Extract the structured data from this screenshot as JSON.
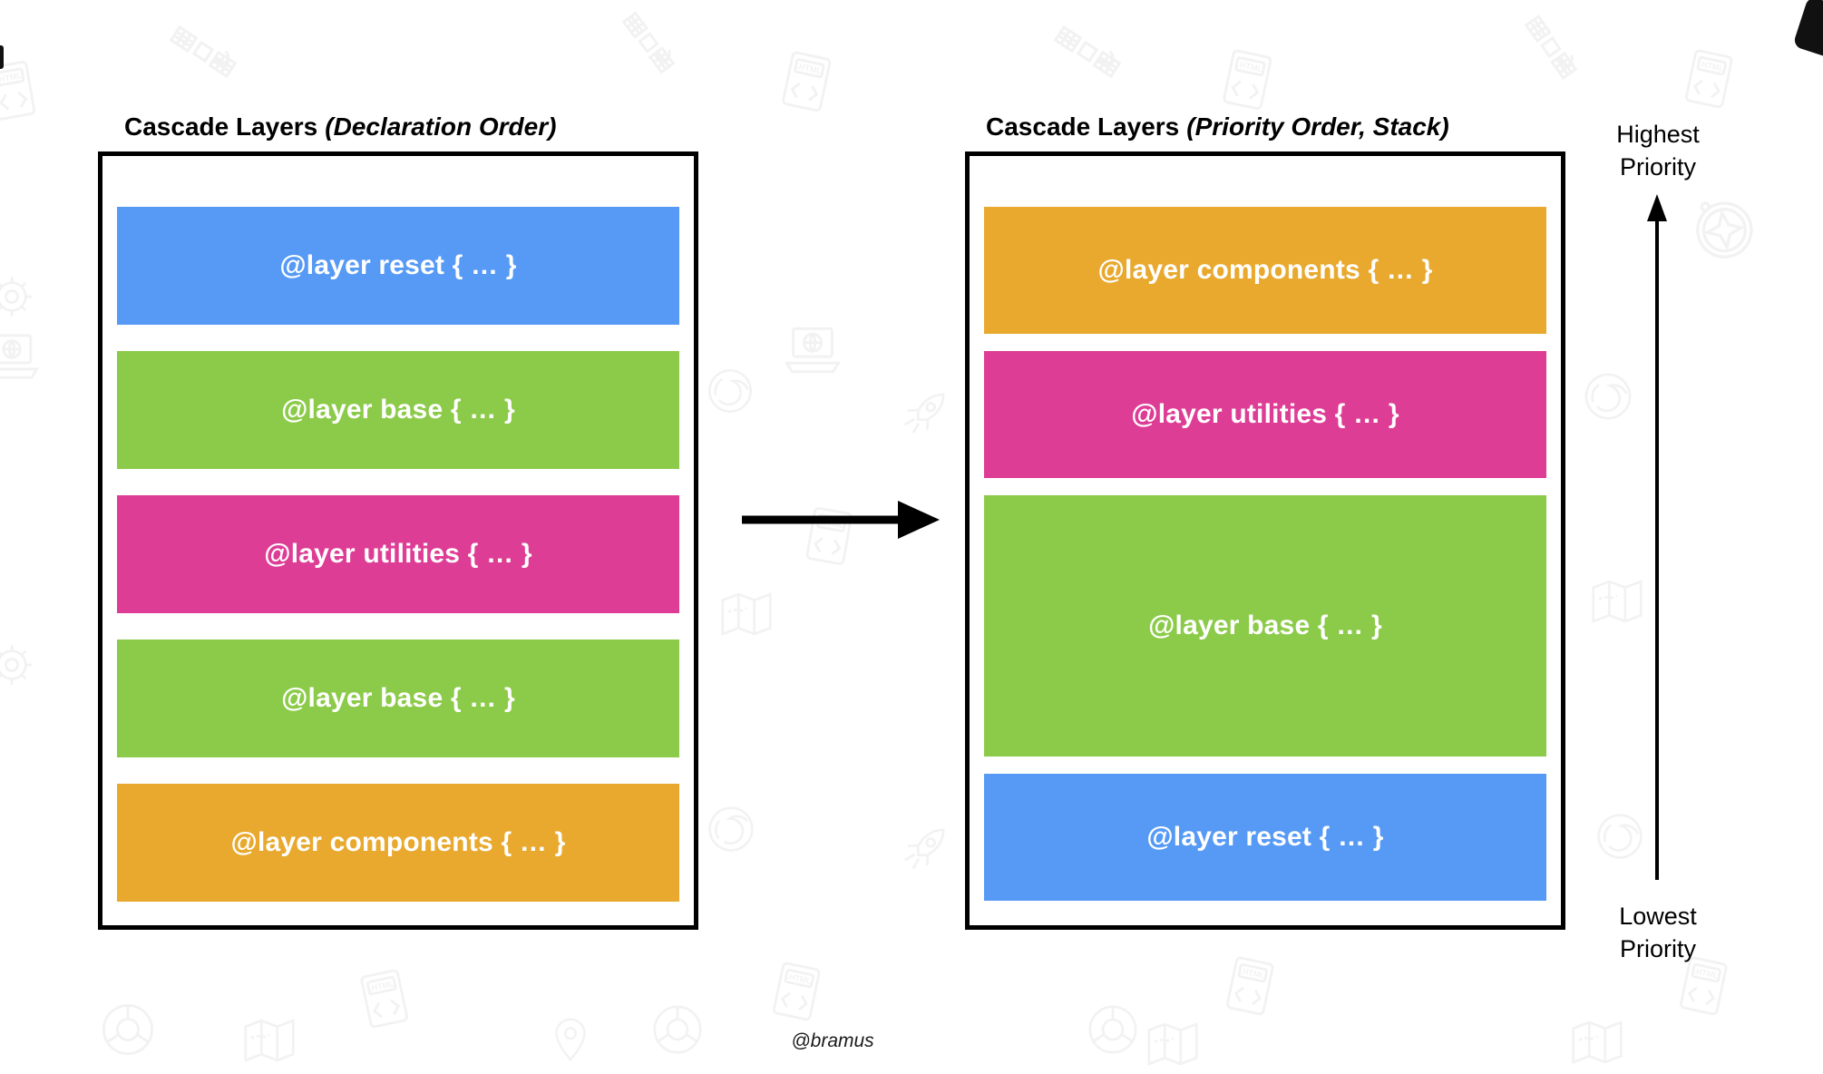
{
  "page": {
    "background": "#ffffff",
    "credit": "@bramus"
  },
  "colors": {
    "reset": "#569AF6",
    "base": "#8CCB4A",
    "utilities": "#DE3D96",
    "components": "#E8A92E",
    "panel_border": "#000000",
    "bar_text": "#ffffff",
    "arrow": "#000000"
  },
  "left_panel": {
    "title": "Cascade Layers",
    "title_qualifier": "(Declaration Order)",
    "layers": [
      {
        "label": "@layer reset { … }",
        "color": "reset"
      },
      {
        "label": "@layer base { … }",
        "color": "base"
      },
      {
        "label": "@layer utilities { … }",
        "color": "utilities"
      },
      {
        "label": "@layer base { … }",
        "color": "base"
      },
      {
        "label": "@layer components { … }",
        "color": "components"
      }
    ]
  },
  "right_panel": {
    "title": "Cascade Layers",
    "title_qualifier": "(Priority Order, Stack)",
    "layers": [
      {
        "label": "@layer components { … }",
        "color": "components",
        "size": "normal"
      },
      {
        "label": "@layer utilities { … }",
        "color": "utilities",
        "size": "normal"
      },
      {
        "label": "@layer base { … }",
        "color": "base",
        "size": "tall"
      },
      {
        "label": "@layer reset { … }",
        "color": "reset",
        "size": "normal"
      }
    ]
  },
  "priority_axis": {
    "highest_label": "Highest Priority",
    "lowest_label": "Lowest Priority"
  },
  "watermark_icons": [
    "satellite-icon",
    "html-file-icon",
    "chrome-icon",
    "compass-icon",
    "map-icon",
    "rocket-icon",
    "firefox-icon",
    "laptop-icon",
    "gear-icon",
    "map-pin-icon"
  ]
}
